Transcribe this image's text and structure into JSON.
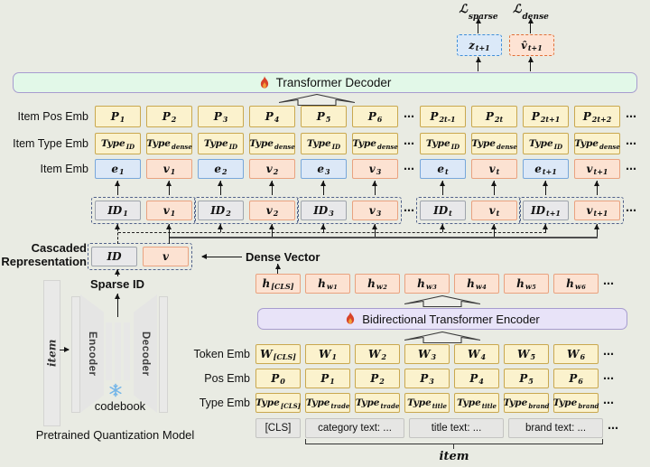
{
  "ui": {
    "dots": "⋯"
  },
  "colors": {
    "background": "#e9ebe3",
    "yellow_box": "#fbf2cd",
    "yellow_border": "#c9a84f",
    "blue_box": "#dce8f7",
    "blue_border": "#78a7da",
    "orange_box": "#fce2d2",
    "orange_border": "#e9a27f",
    "gray_box": "#e8e8ea",
    "decoder_bar": "#e2f8e8",
    "encoder_bar": "#e8e3f8",
    "bar_border": "#a79ccf",
    "z_border": "#3f8ed8",
    "vhat_border": "#e07038",
    "flame": "#d8432a",
    "snowflake": "#74b6e8"
  },
  "top": {
    "loss_sparse": {
      "main": "ℒ",
      "sub": "sparse"
    },
    "loss_dense": {
      "main": "ℒ",
      "sub": "dense"
    },
    "z": {
      "main": "z",
      "sub": "t+1"
    },
    "vhat": {
      "main": "v̂",
      "sub": "t+1"
    }
  },
  "bars": {
    "decoder": "Transformer Decoder",
    "encoder": "Bidirectional Transformer Encoder"
  },
  "labels": {
    "item_pos": "Item Pos Emb",
    "item_type": "Item Type Emb",
    "item_emb": "Item Emb",
    "cascaded_line1": "Cascaded",
    "cascaded_line2": "Representation",
    "sparse_id": "Sparse ID",
    "dense_vector": "Dense Vector",
    "token": "Token Emb",
    "pos": "Pos Emb",
    "type": "Type Emb",
    "brace_item": "item"
  },
  "quant": {
    "item": "item",
    "encoder": "Encoder",
    "decoder": "Decoder",
    "codebook": "codebook",
    "title": "Pretrained Quantization Model"
  },
  "rows": {
    "item_pos": [
      {
        "main": "P",
        "sub": "1"
      },
      {
        "main": "P",
        "sub": "2"
      },
      {
        "main": "P",
        "sub": "3"
      },
      {
        "main": "P",
        "sub": "4"
      },
      {
        "main": "P",
        "sub": "5"
      },
      {
        "main": "P",
        "sub": "6"
      },
      {
        "k": "dots"
      },
      {
        "main": "P",
        "sub": "2t-1"
      },
      {
        "main": "P",
        "sub": "2t"
      },
      {
        "main": "P",
        "sub": "2t+1"
      },
      {
        "main": "P",
        "sub": "2t+2"
      },
      {
        "k": "dots"
      }
    ],
    "item_type": [
      {
        "main": "Type",
        "sub": "ID",
        "tight": true
      },
      {
        "main": "Type",
        "sub": "dense",
        "tight": true
      },
      {
        "main": "Type",
        "sub": "ID",
        "tight": true
      },
      {
        "main": "Type",
        "sub": "dense",
        "tight": true
      },
      {
        "main": "Type",
        "sub": "ID",
        "tight": true
      },
      {
        "main": "Type",
        "sub": "dense",
        "tight": true
      },
      {
        "k": "dots"
      },
      {
        "main": "Type",
        "sub": "ID",
        "tight": true
      },
      {
        "main": "Type",
        "sub": "dense",
        "tight": true
      },
      {
        "main": "Type",
        "sub": "ID",
        "tight": true
      },
      {
        "main": "Type",
        "sub": "dense",
        "tight": true
      },
      {
        "k": "dots"
      }
    ],
    "item_emb": [
      {
        "main": "e",
        "sub": "1",
        "k": "blue"
      },
      {
        "main": "v",
        "sub": "1",
        "k": "orange"
      },
      {
        "main": "e",
        "sub": "2",
        "k": "blue"
      },
      {
        "main": "v",
        "sub": "2",
        "k": "orange"
      },
      {
        "main": "e",
        "sub": "3",
        "k": "blue"
      },
      {
        "main": "v",
        "sub": "3",
        "k": "orange"
      },
      {
        "k": "dots"
      },
      {
        "main": "e",
        "sub": "t",
        "k": "blue"
      },
      {
        "main": "v",
        "sub": "t",
        "k": "orange"
      },
      {
        "main": "e",
        "sub": "t+1",
        "k": "blue"
      },
      {
        "main": "v",
        "sub": "t+1",
        "k": "orange"
      },
      {
        "k": "dots"
      }
    ],
    "groups": [
      {
        "g": [
          {
            "main": "ID",
            "sub": "1",
            "k": "gray"
          },
          {
            "main": "v",
            "sub": "1",
            "k": "orange"
          }
        ]
      },
      {
        "g": [
          {
            "main": "ID",
            "sub": "2",
            "k": "gray"
          },
          {
            "main": "v",
            "sub": "2",
            "k": "orange"
          }
        ]
      },
      {
        "g": [
          {
            "main": "ID",
            "sub": "3",
            "k": "gray"
          },
          {
            "main": "v",
            "sub": "3",
            "k": "orange"
          }
        ]
      },
      {
        "k": "dots"
      },
      {
        "g": [
          {
            "main": "ID",
            "sub": "t",
            "k": "gray"
          },
          {
            "main": "v",
            "sub": "t",
            "k": "orange"
          }
        ]
      },
      {
        "g": [
          {
            "main": "ID",
            "sub": "t+1",
            "k": "gray"
          },
          {
            "main": "v",
            "sub": "t+1",
            "k": "orange"
          }
        ]
      },
      {
        "k": "dots"
      }
    ],
    "cascade": [
      {
        "g": [
          {
            "main": "ID",
            "k": "gray"
          },
          {
            "main": "v",
            "k": "orange"
          }
        ]
      }
    ],
    "h": [
      {
        "main": "h",
        "sub": "[CLS]",
        "k": "orange"
      },
      {
        "main": "h",
        "sub": "w",
        "subsub": "1",
        "k": "orange"
      },
      {
        "main": "h",
        "sub": "w",
        "subsub": "2",
        "k": "orange"
      },
      {
        "main": "h",
        "sub": "w",
        "subsub": "3",
        "k": "orange"
      },
      {
        "main": "h",
        "sub": "w",
        "subsub": "4",
        "k": "orange"
      },
      {
        "main": "h",
        "sub": "w",
        "subsub": "5",
        "k": "orange"
      },
      {
        "main": "h",
        "sub": "w",
        "subsub": "6",
        "k": "orange"
      },
      {
        "k": "dots"
      }
    ],
    "token": [
      {
        "main": "W",
        "sub": "[CLS]"
      },
      {
        "main": "W",
        "sub": "1"
      },
      {
        "main": "W",
        "sub": "2"
      },
      {
        "main": "W",
        "sub": "3"
      },
      {
        "main": "W",
        "sub": "4"
      },
      {
        "main": "W",
        "sub": "5"
      },
      {
        "main": "W",
        "sub": "6"
      },
      {
        "k": "dots"
      }
    ],
    "pos": [
      {
        "main": "P",
        "sub": "0"
      },
      {
        "main": "P",
        "sub": "1"
      },
      {
        "main": "P",
        "sub": "2"
      },
      {
        "main": "P",
        "sub": "3"
      },
      {
        "main": "P",
        "sub": "4"
      },
      {
        "main": "P",
        "sub": "5"
      },
      {
        "main": "P",
        "sub": "6"
      },
      {
        "k": "dots"
      }
    ],
    "type": [
      {
        "main": "Type",
        "sub": "[CLS]",
        "tight": true
      },
      {
        "main": "Type",
        "sub": "trade",
        "tight": true
      },
      {
        "main": "Type",
        "sub": "trade",
        "tight": true
      },
      {
        "main": "Type",
        "sub": "title",
        "tight": true
      },
      {
        "main": "Type",
        "sub": "title",
        "tight": true
      },
      {
        "main": "Type",
        "sub": "brand",
        "tight": true
      },
      {
        "main": "Type",
        "sub": "brand",
        "tight": true
      },
      {
        "k": "dots"
      }
    ],
    "bottom": [
      {
        "plain": "[CLS]",
        "w": 50
      },
      {
        "plain": "category text: ...",
        "w": 110
      },
      {
        "plain": "title text: ...",
        "w": 105
      },
      {
        "plain": "brand text: ...",
        "w": 105
      },
      {
        "k": "dots"
      }
    ]
  }
}
